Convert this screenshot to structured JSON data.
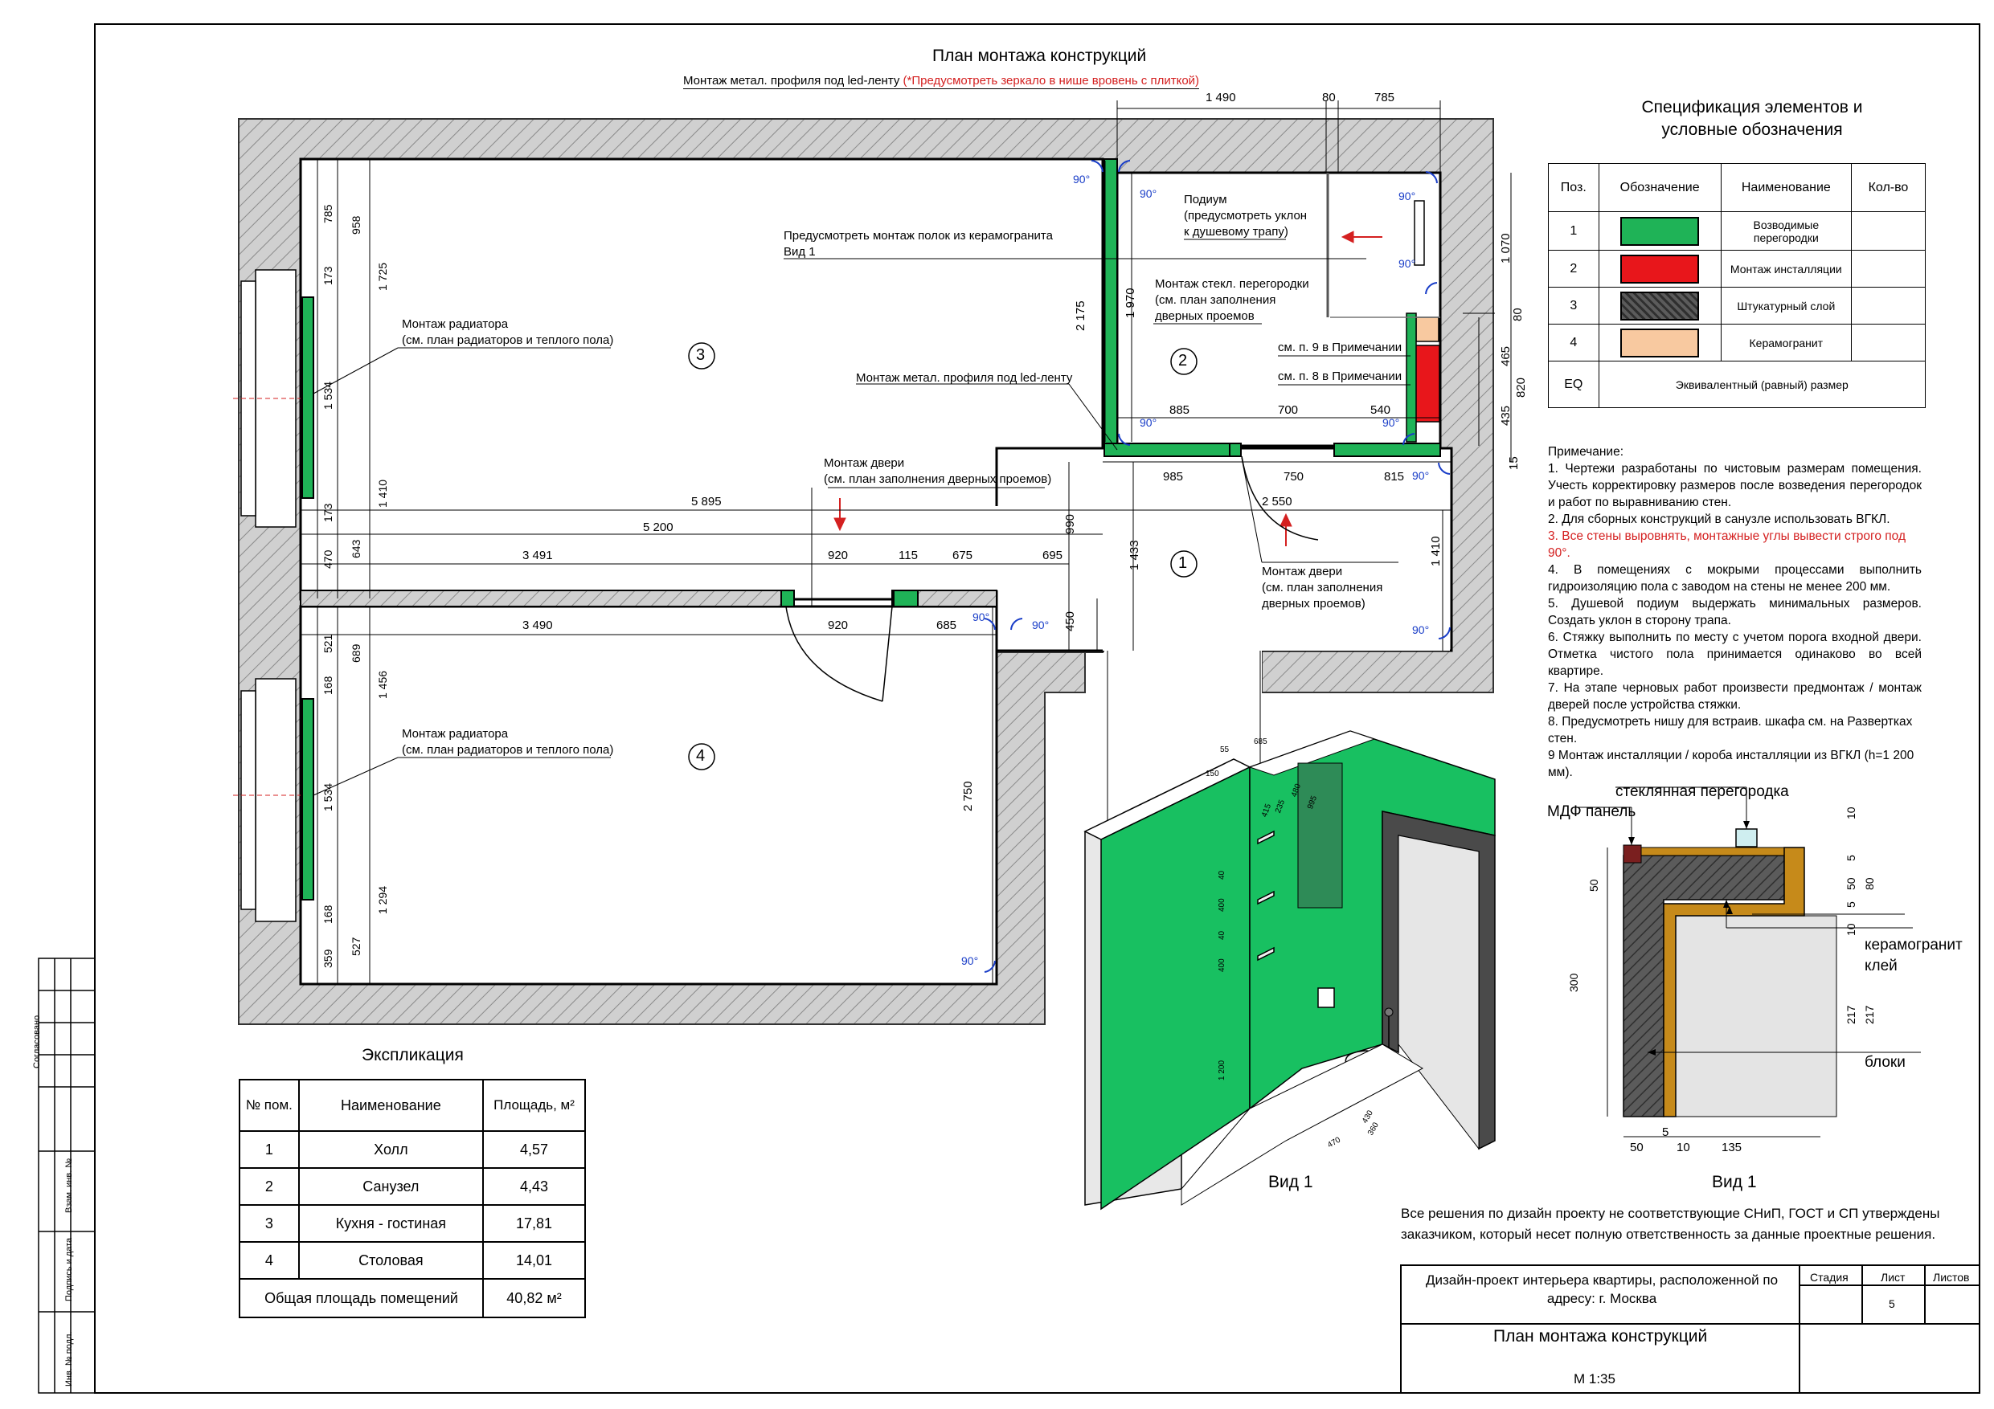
{
  "sheet": {
    "title": "План монтажа конструкций",
    "subtitle_black": "Монтаж метал. профиля под led-ленту ",
    "subtitle_red": "(*Предусмотреть зеркало в нише вровень с плиткой)"
  },
  "plan": {
    "rooms": [
      "1",
      "2",
      "3",
      "4"
    ],
    "callouts": {
      "shelves": "Предусмотреть монтаж полок из керамогранита",
      "view1_ref": "Вид 1",
      "podium_1": "Подиум",
      "podium_2": "(предусмотреть уклон",
      "podium_3": "к душевому трапу)",
      "glass_1": "Монтаж стекл. перегородки",
      "glass_2": "(см. план заполнения",
      "glass_3": "дверных проемов",
      "note9": "см. п. 9 в Примечании",
      "note8": "см. п. 8 в Примечании",
      "led_profile": "Монтаж метал. профиля под led-ленту",
      "radiator_1a": "Монтаж радиатора",
      "radiator_1b": "(см. план радиаторов и теплого пола)",
      "radiator_2a": "Монтаж радиатора",
      "radiator_2b": "(см. план радиаторов и теплого пола)",
      "door1_a": "Монтаж двери",
      "door1_b": "(см. план заполнения дверных проемов)",
      "door2_a": "Монтаж двери",
      "door2_b": "(см. план заполнения",
      "door2_c": "дверных проемов)"
    },
    "angle_label": "90°",
    "dimensions": {
      "d1490": "1 490",
      "d80a": "80",
      "d785a": "785",
      "d1070": "1 070",
      "d80b": "80",
      "d465": "465",
      "d820": "820",
      "d435": "435",
      "d15": "15",
      "d885": "885",
      "d700": "700",
      "d540": "540",
      "d985": "985",
      "d750": "750",
      "d815": "815",
      "d2550": "2 550",
      "d5895": "5 895",
      "d5200": "5 200",
      "d3491": "3 491",
      "d920a": "920",
      "d115": "115",
      "d675": "675",
      "d695": "695",
      "d990": "990",
      "d1433": "1 433",
      "d1410b": "1 410",
      "d3490": "3 490",
      "d920b": "920",
      "d685": "685",
      "d450": "450",
      "d2750": "2 750",
      "d2175": "2 175",
      "d1970": "1 970",
      "d785b": "785",
      "d958": "958",
      "d173a": "173",
      "d1725": "1 725",
      "d1534a": "1 534",
      "d173b": "173",
      "d1410a": "1 410",
      "d470": "470",
      "d643": "643",
      "d521": "521",
      "d689": "689",
      "d168a": "168",
      "d1456": "1 456",
      "d1534b": "1 534",
      "d168b": "168",
      "d1294": "1 294",
      "d359": "359",
      "d527": "527"
    }
  },
  "spec": {
    "title_1": "Спецификация элементов и",
    "title_2": "условные обозначения",
    "headers": [
      "Поз.",
      "Обозначение",
      "Наименование",
      "Кол-во"
    ],
    "rows": [
      {
        "pos": "1",
        "name": "Возводимые перегородки",
        "color": "#1fb357"
      },
      {
        "pos": "2",
        "name": "Монтаж инсталляции",
        "color": "#e8161b"
      },
      {
        "pos": "3",
        "name": "Штукатурный слой",
        "color": "#4a4a4a"
      },
      {
        "pos": "4",
        "name": "Керамогранит",
        "color": "#f8c9a0"
      }
    ],
    "eq_pos": "EQ",
    "eq_name": "Эквивалентный (равный) размер"
  },
  "notes": {
    "title": "Примечание:",
    "items": [
      {
        "text": "1. Чертежи разработаны по чистовым размерам помещения. Учесть корректировку размеров после возведения перегородок и работ по выравниванию стен.",
        "red": false
      },
      {
        "text": "2. Для сборных конструкций в санузле использовать ВГКЛ.",
        "red": false
      },
      {
        "text": "3. Все стены выровнять, монтажные углы вывести строго под 90°.",
        "red": true
      },
      {
        "text": "4. В помещениях с мокрыми процессами выполнить гидроизоляцию пола с заводом на стены не менее 200 мм.",
        "red": false
      },
      {
        "text": "5. Душевой подиум выдержать минимальных размеров. Создать уклон в сторону трапа.",
        "red": false
      },
      {
        "text": "6. Стяжку выполнить по месту с учетом порога входной двери. Отметка чистого пола принимается одинаково во всей квартире.",
        "red": false
      },
      {
        "text": "7. На этапе черновых работ произвести предмонтаж / монтаж дверей после устройства стяжки.",
        "red": false
      },
      {
        "text": "8. Предусмотреть нишу для встраив. шкафа см. на Развертках стен.",
        "red": false
      },
      {
        "text": "9 Монтаж инсталляции / короба инсталляции из ВГКЛ (h=1 200 мм).",
        "red": false
      }
    ]
  },
  "explication": {
    "title": "Экспликация",
    "headers": {
      "num": "№ пом.",
      "name": "Наименование",
      "area": "Площадь, м²"
    },
    "rows": [
      {
        "num": "1",
        "name": "Холл",
        "area": "4,57"
      },
      {
        "num": "2",
        "name": "Санузел",
        "area": "4,43"
      },
      {
        "num": "3",
        "name": "Кухня - гостиная",
        "area": "17,81"
      },
      {
        "num": "4",
        "name": "Столовая",
        "area": "14,01"
      }
    ],
    "total_label": "Общая площадь помещений",
    "total_value": "40,82 м²"
  },
  "view3d": {
    "caption": "Вид 1",
    "dims": {
      "a55": "55",
      "a685": "685",
      "a150": "150",
      "a415": "415",
      "a235": "235",
      "a480": "480",
      "a995": "995",
      "a400a": "400",
      "a400b": "400",
      "a40a": "40",
      "a40b": "40",
      "a1200": "1 200",
      "a470": "470",
      "a430": "430",
      "a360": "360"
    }
  },
  "section": {
    "caption": "Вид 1",
    "glass": "стеклянная перегородка",
    "mdf": "МДФ панель",
    "tile": "керамогранит",
    "glue": "клей",
    "blocks": "блоки",
    "dims": {
      "s10a": "10",
      "s5a": "5",
      "s50a": "50",
      "s80": "80",
      "s5b": "5",
      "s10b": "10",
      "s50b": "50",
      "s300": "300",
      "s217a": "217",
      "s217b": "217",
      "sb50": "50",
      "sb5t": "5",
      "sb10": "10",
      "sb135": "135"
    }
  },
  "disclaimer": {
    "line1": "Все решения по дизайн проекту не соответствующие СНиП, ГОСТ и СП утверждены",
    "line2": "заказчиком, который несет полную ответственность за данные проектные решения."
  },
  "stamp": {
    "project_1": "Дизайн-проект интерьера квартиры, расположенной по",
    "project_2": "адресу: г. Москва",
    "stage": "Стадия",
    "sheet": "Лист",
    "sheets": "Листов",
    "sheet_no": "5",
    "drawing_title": "План монтажа конструкций",
    "scale": "М 1:35"
  },
  "side_stamp": {
    "agreed": "Согласовано",
    "inv_replace": "Взам. инв. №",
    "sign_date": "Подпись и дата",
    "inv_orig": "Инв. № подл."
  }
}
